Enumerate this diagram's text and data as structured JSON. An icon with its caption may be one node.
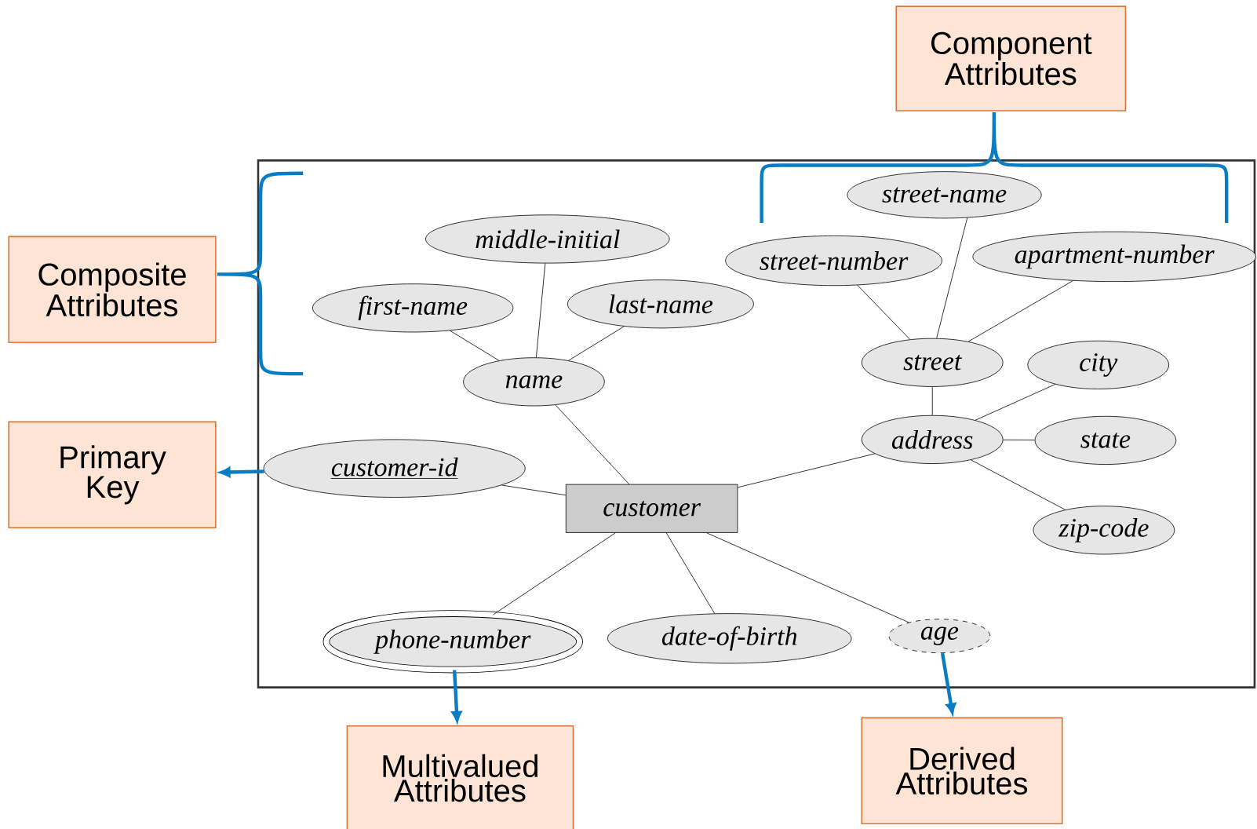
{
  "diagram": {
    "nodes": [
      {
        "text": [
          "Component Attributes"
        ]
      },
      {
        "text": [
          "street-name"
        ]
      },
      {
        "text": [
          "street-number"
        ]
      },
      {
        "text": [
          "apartment-number"
        ]
      },
      {
        "text": [
          "Composite Attributes"
        ]
      },
      {
        "text": [
          "middle-initial"
        ]
      },
      {
        "text": [
          "first-name"
        ]
      },
      {
        "text": [
          "last-name"
        ]
      },
      {
        "text": [
          "street"
        ]
      },
      {
        "text": [
          "city"
        ]
      },
      {
        "text": [
          "name"
        ]
      },
      {
        "text": [
          "address"
        ]
      },
      {
        "text": [
          "state"
        ]
      },
      {
        "text": [
          "Primary Key"
        ]
      },
      {
        "text": [
          "customer-id"
        ]
      },
      {
        "text": [
          "customer"
        ]
      },
      {
        "text": [
          "zip-code"
        ]
      },
      {
        "text": [
          "phone-number"
        ]
      },
      {
        "text": [
          "date-of-birth"
        ]
      },
      {
        "text": [
          "age"
        ]
      },
      {
        "text": [
          "Multivalued Attributes"
        ]
      },
      {
        "text": [
          "Derived Attributes"
        ]
      }
    ],
    "edges": [
      {
        "from": 1,
        "to": 8,
        "arrow": "none"
      },
      {
        "from": 2,
        "to": 8,
        "arrow": "none"
      },
      {
        "from": 3,
        "to": 8,
        "arrow": "none"
      },
      {
        "from": 8,
        "to": 11,
        "arrow": "none"
      },
      {
        "from": 9,
        "to": 11,
        "arrow": "none"
      },
      {
        "from": 12,
        "to": 11,
        "arrow": "none"
      },
      {
        "from": 16,
        "to": 11,
        "arrow": "none"
      },
      {
        "from": 11,
        "to": 15,
        "arrow": "none"
      },
      {
        "from": 5,
        "to": 10,
        "arrow": "none"
      },
      {
        "from": 6,
        "to": 10,
        "arrow": "none"
      },
      {
        "from": 7,
        "to": 10,
        "arrow": "none"
      },
      {
        "from": 10,
        "to": 15,
        "arrow": "none"
      },
      {
        "from": 14,
        "to": 15,
        "arrow": "none"
      },
      {
        "from": 15,
        "to": 17,
        "arrow": "none"
      },
      {
        "from": 15,
        "to": 18,
        "arrow": "none"
      },
      {
        "from": 15,
        "to": 19,
        "arrow": "none"
      },
      {
        "from": 14,
        "to": 13,
        "arrow": "to",
        "style": "thick",
        "color": "#0a7cc4"
      },
      {
        "from": 17,
        "to": 20,
        "arrow": "to",
        "style": "thick",
        "color": "#0a7cc4"
      },
      {
        "from": 19,
        "to": 21,
        "arrow": "to",
        "style": "thick",
        "color": "#0a7cc4"
      }
    ]
  }
}
